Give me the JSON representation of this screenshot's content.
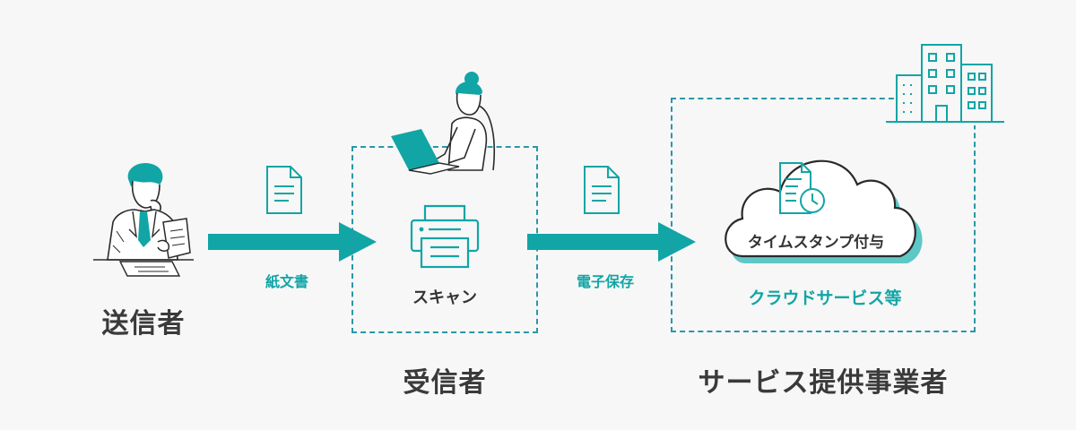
{
  "colors": {
    "accent": "#11a5a6",
    "line": "#2a2a2a",
    "dash": "#2a97a8",
    "background": "#f7f7f7",
    "text": "#333333"
  },
  "actors": {
    "sender": {
      "label": "送信者",
      "icon": "businessman-reading-icon"
    },
    "receiver": {
      "label": "受信者",
      "icon": "woman-laptop-icon"
    },
    "provider": {
      "label": "サービス提供事業者",
      "icon": "office-building-icon"
    }
  },
  "flows": [
    {
      "label": "紙文書",
      "icon": "document-icon"
    },
    {
      "label": "電子保存",
      "icon": "document-icon"
    }
  ],
  "receiver_box": {
    "label": "スキャン",
    "icon": "printer-icon"
  },
  "cloud": {
    "label": "クラウドサービス等",
    "stamp_label": "タイムスタンプ付与",
    "icon": "document-clock-icon"
  }
}
